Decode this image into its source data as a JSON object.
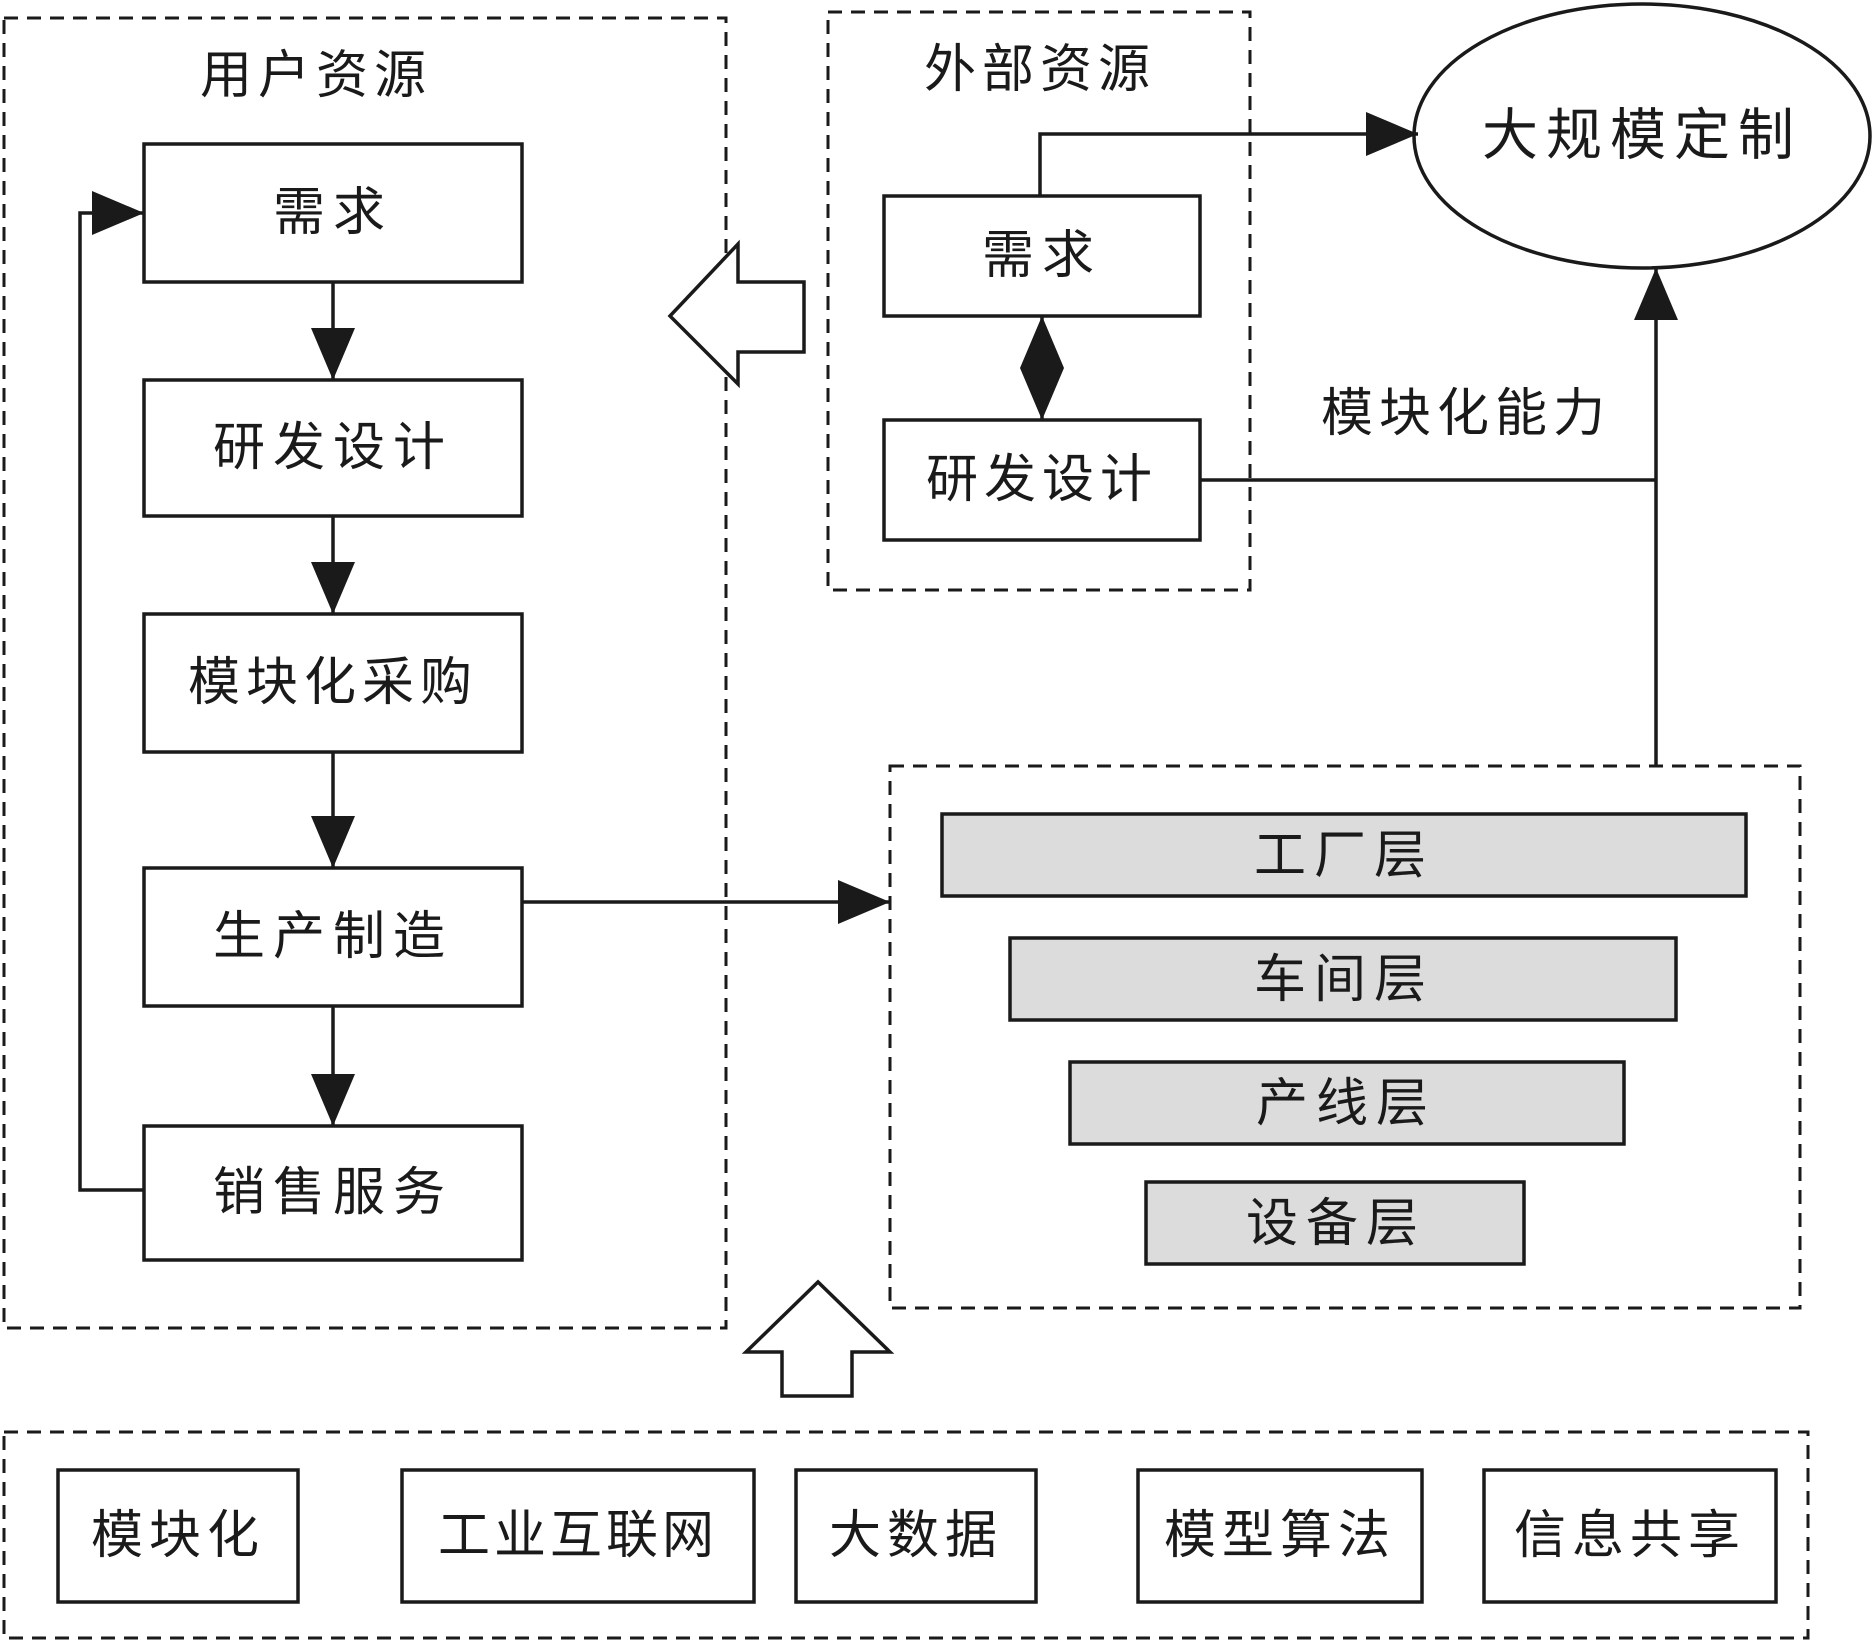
{
  "user_resources": {
    "title": "用户资源",
    "steps": [
      "需求",
      "研发设计",
      "模块化采购",
      "生产制造",
      "销售服务"
    ]
  },
  "external_resources": {
    "title": "外部资源",
    "demand": "需求",
    "rnd": "研发设计"
  },
  "mass_customization": "大规模定制",
  "modular_capability": "模块化能力",
  "layers": [
    "工厂层",
    "车间层",
    "产线层",
    "设备层"
  ],
  "technologies": [
    "模块化",
    "工业互联网",
    "大数据",
    "模型算法",
    "信息共享"
  ],
  "colors": {
    "stroke": "#1a1a1a",
    "layer_fill": "#dcdcdc",
    "background": "#ffffff"
  }
}
